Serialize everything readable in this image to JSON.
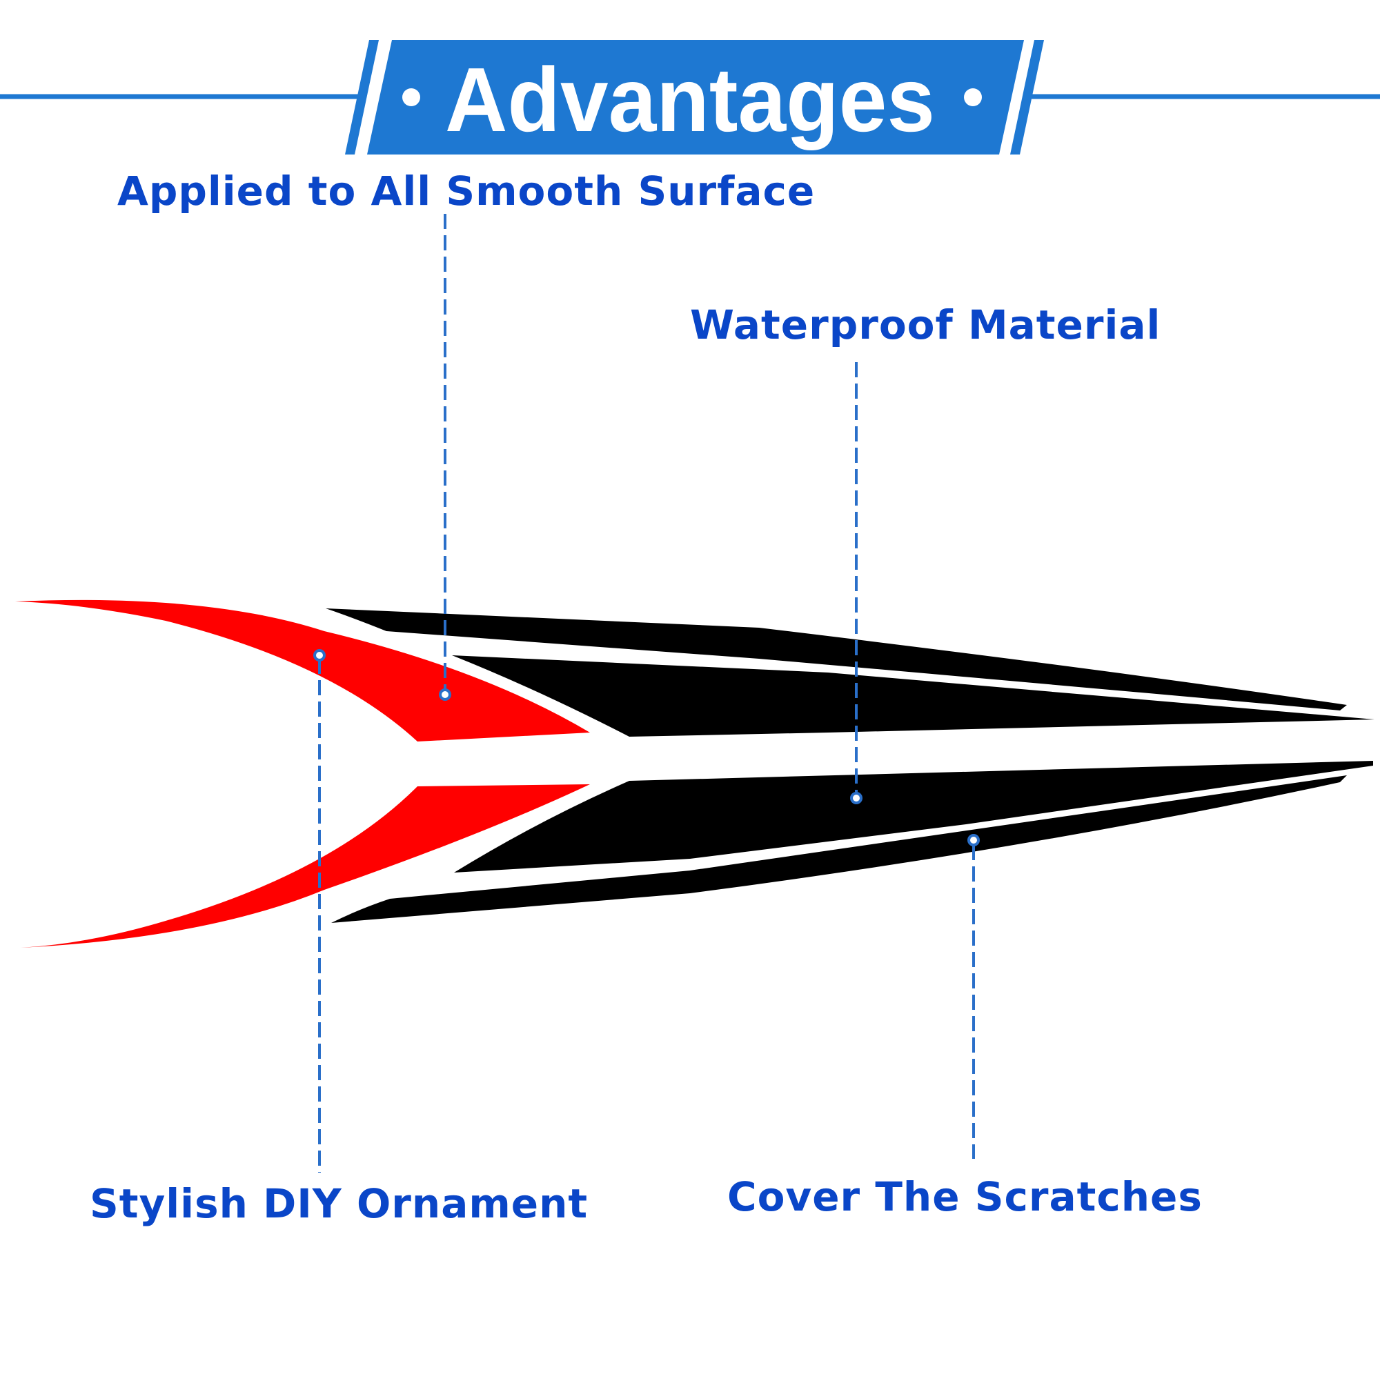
{
  "header": {
    "title": "Advantages",
    "bullet": "•"
  },
  "captions": {
    "applied": "Applied to All Smooth Surface",
    "waterproof": "Waterproof Material",
    "stylish": "Stylish DIY Ornament",
    "cover": "Cover The Scratches"
  },
  "colors": {
    "brand_blue": "#1e78d2",
    "caption_blue": "#0a46c8",
    "callout_blue": "#2a6fc9",
    "decal_red": "#ff0000",
    "decal_black": "#000000",
    "background": "#ffffff"
  },
  "icons": {
    "callout_marker": "dot-circle-icon"
  }
}
